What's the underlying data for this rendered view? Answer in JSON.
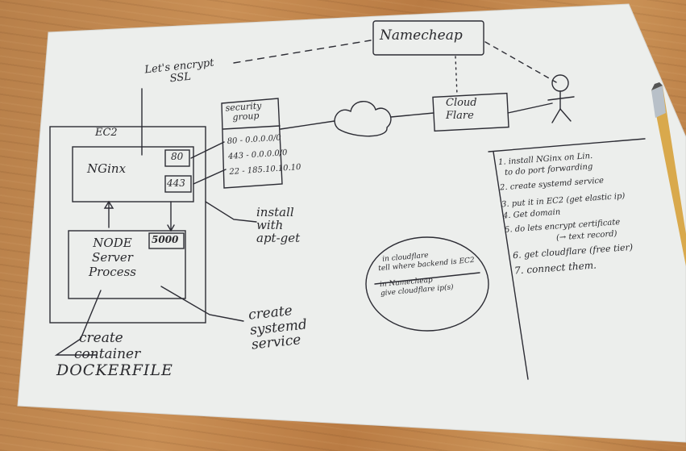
{
  "namecheap": "Namecheap",
  "letsencrypt": [
    "Let's encrypt",
    "SSL"
  ],
  "ec2_label": "EC2",
  "nginx_label": "NGinx",
  "ports": {
    "http": "80",
    "https": "443",
    "node": "5000"
  },
  "node_box": [
    "NODE",
    "Server",
    "Process"
  ],
  "security_group": {
    "title": [
      "security",
      "group"
    ],
    "rules": [
      "80 - 0.0.0.0/0",
      "443 - 0.0.0.0/0",
      "22 - 185.10.10.10"
    ]
  },
  "cloudflare": [
    "Cloud",
    "Flare"
  ],
  "install_note": [
    "install",
    "with",
    "apt-get"
  ],
  "systemd_note": [
    "create",
    "systemd",
    "service"
  ],
  "docker_note": [
    "create",
    "container",
    "DOCKERFILE"
  ],
  "circle_note": [
    "in cloudflare",
    "tell where backend is EC2",
    "in Namecheap",
    "give cloudflare ip(s)"
  ],
  "steps": [
    "1. install NGinx on Lin.",
    "   to do port forwarding",
    "2. create systemd service",
    "3. put it in EC2 (get elastic ip)",
    "4. Get domain",
    "5. do lets encrypt certificate",
    "   (→ text record)",
    "6. get cloudflare (free tier)",
    "7. connect them."
  ]
}
